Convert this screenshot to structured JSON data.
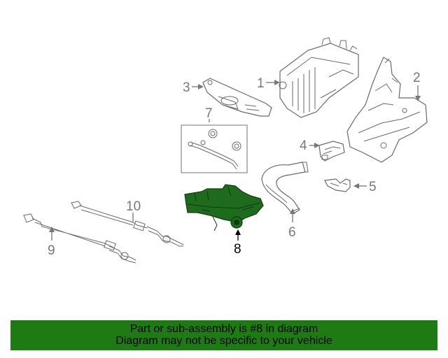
{
  "callouts": {
    "c1": "1",
    "c2": "2",
    "c3": "3",
    "c4": "4",
    "c5": "5",
    "c6": "6",
    "c7": "7",
    "c8": "8",
    "c9": "9",
    "c10": "10"
  },
  "highlight": {
    "part_number": "8",
    "color": "#1e6b1e"
  },
  "banner": {
    "line1": "Part or sub-assembly is #8 in diagram",
    "line2": "Diagram may not be specific to your vehicle",
    "background": "#1e7a12"
  }
}
